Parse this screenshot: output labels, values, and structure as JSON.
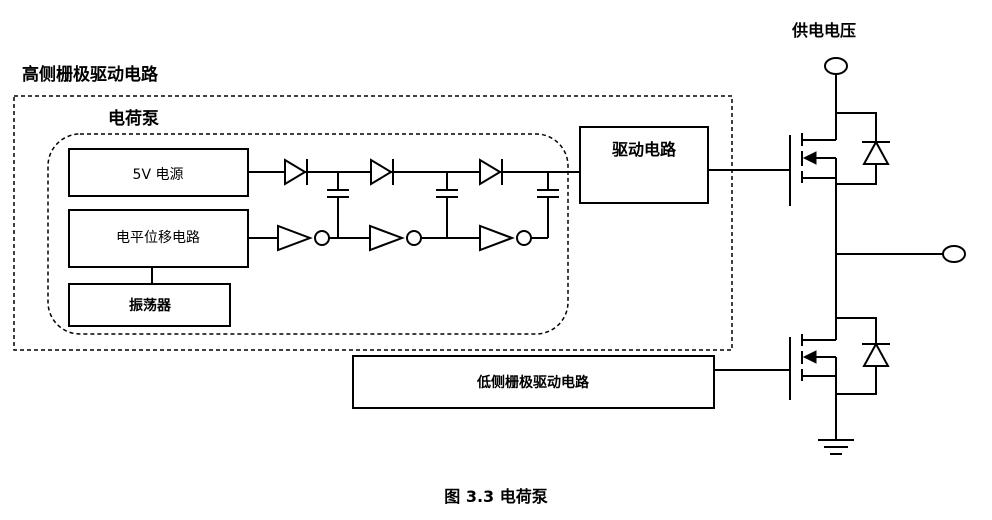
{
  "labels": {
    "high_side_driver": "高侧栅极驱动电路",
    "charge_pump": "电荷泵",
    "supply_voltage": "供电电压",
    "power_5v": "5V 电源",
    "level_shift": "电平位移电路",
    "oscillator": "振荡器",
    "driver_circuit": "驱动电路",
    "low_side_driver": "低侧栅极驱动电路",
    "caption": "图 3.3  电荷泵"
  }
}
